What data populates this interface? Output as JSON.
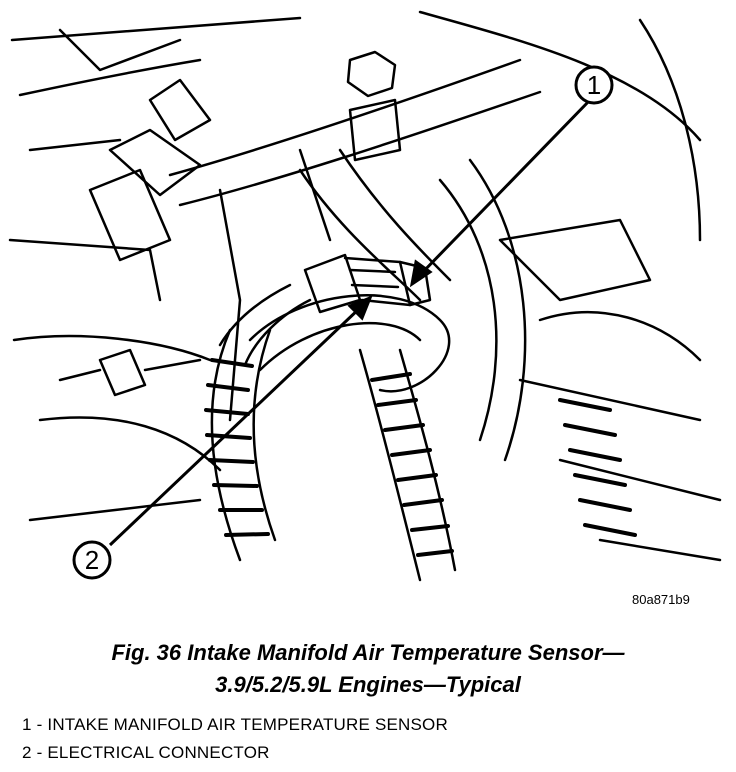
{
  "figure": {
    "code": "80a871b9",
    "callouts": [
      {
        "number": "1"
      },
      {
        "number": "2"
      }
    ]
  },
  "caption": {
    "line1": "Fig. 36 Intake Manifold Air Temperature Sensor—",
    "line2": "3.9/5.2/5.9L Engines—Typical"
  },
  "legend": [
    {
      "number": "1",
      "text": "INTAKE MANIFOLD AIR TEMPERATURE SENSOR"
    },
    {
      "number": "2",
      "text": "ELECTRICAL CONNECTOR"
    }
  ]
}
